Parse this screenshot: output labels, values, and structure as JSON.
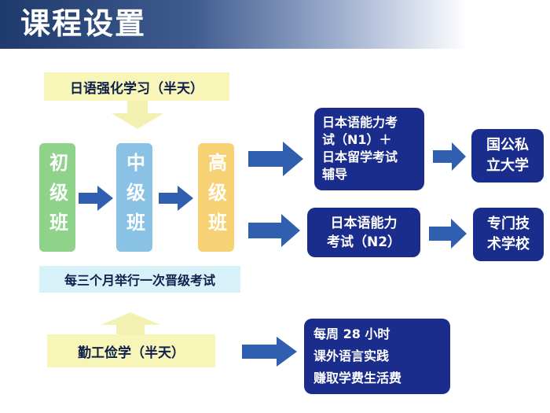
{
  "header": {
    "title": "课程设置"
  },
  "intensive": {
    "label": "日语强化学习（半天）"
  },
  "levels": [
    {
      "label": "初级班",
      "color": "#8fd28a"
    },
    {
      "label": "中级班",
      "color": "#8ac2e6"
    },
    {
      "label": "高级班",
      "color": "#f6d274"
    }
  ],
  "promotion": {
    "label": "每三个月举行一次晋级考试"
  },
  "work_study": {
    "label": "勤工俭学（半天）"
  },
  "outcomes": {
    "n1": [
      "日本语能力考",
      "试（N1）＋",
      "日本留学考试",
      "辅导"
    ],
    "n2": [
      "日本语能力",
      "考试（N2）"
    ]
  },
  "destinations": {
    "universities": [
      "国公私",
      "立大学"
    ],
    "vocational": [
      "专门技",
      "术学校"
    ]
  },
  "work_study_benefits": [
    "每周 28 小时",
    "课外语言实践",
    "赚取学费生活费"
  ],
  "colors": {
    "navy": "#1b2d8c",
    "arrow": "#2f5fae",
    "light_yellow": "#f7f6b8",
    "light_cyan": "#d6f2f8",
    "header_dark": "#1f3b6d"
  }
}
